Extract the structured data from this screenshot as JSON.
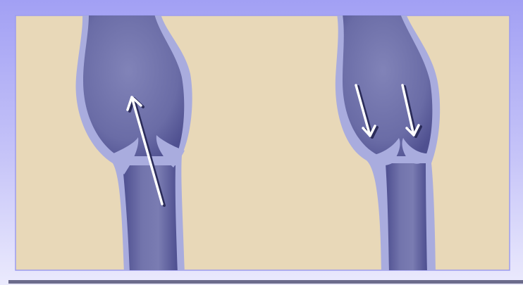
{
  "figure": {
    "panels": [
      {
        "id": "open-valve",
        "arrow_count": 1,
        "arrow_direction": "up"
      },
      {
        "id": "closed-valve",
        "arrow_count": 2,
        "arrow_direction": "down"
      }
    ]
  },
  "colors": {
    "frame_top": "#a2a0f4",
    "frame_bottom": "#ebeafd",
    "panel_bg": "#e8d8b8",
    "panel_border": "#9c9cf0",
    "vein_wall": "#a9acde",
    "vein_lumen": "#6e6fa8",
    "vein_lumen_dark": "#4d4e8f",
    "arrow": "#ffffff",
    "arrow_shadow": "#2b2c5a",
    "bottom_rule": "#6c6c8c"
  }
}
